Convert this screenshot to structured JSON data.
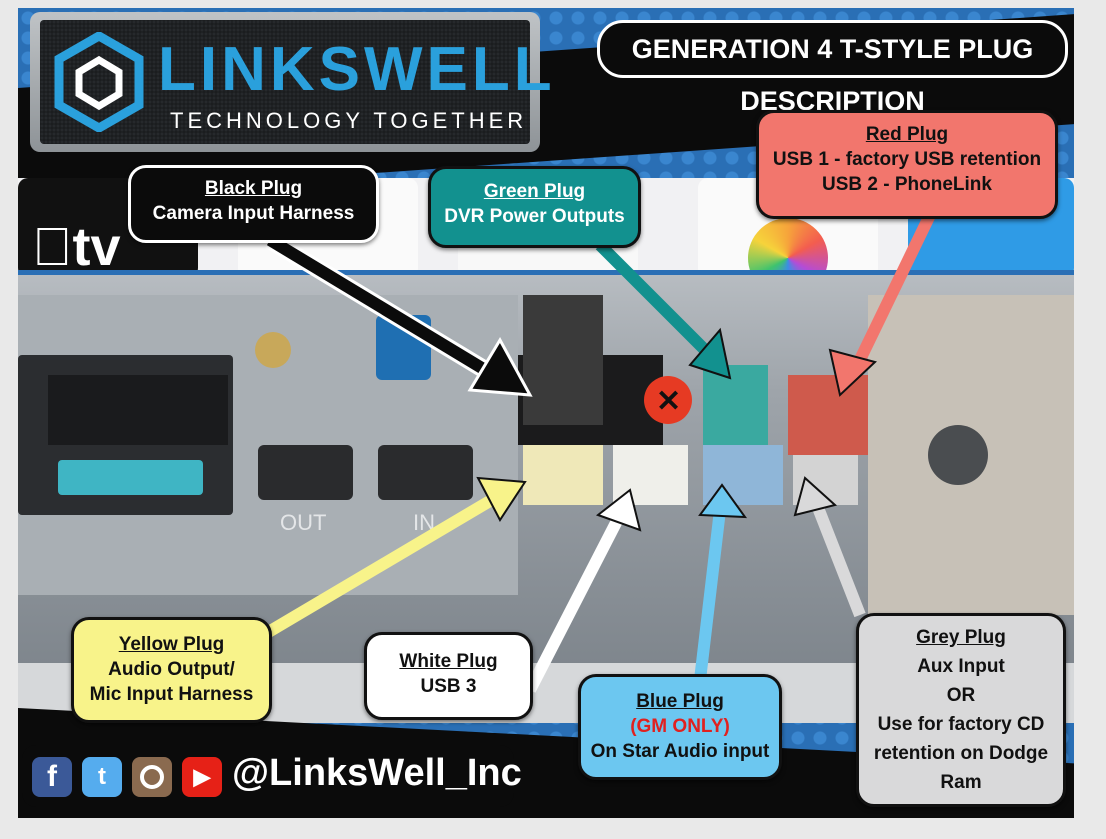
{
  "header": {
    "logo_text": "LINKSWELL",
    "logo_tagline": "TECHNOLOGY TOGETHER",
    "title": "GENERATION 4 T-STYLE PLUG DESCRIPTION"
  },
  "photo_labels": {
    "out": "OUT",
    "in": "IN"
  },
  "callouts": {
    "black": {
      "title": "Black Plug",
      "line1": "Camera Input Harness"
    },
    "green": {
      "title": "Green Plug",
      "line1": "DVR Power Outputs"
    },
    "red": {
      "title": "Red Plug",
      "line1": "USB 1 - factory USB retention",
      "line2": "USB 2 - PhoneLink"
    },
    "yellow": {
      "title": "Yellow Plug",
      "line1": "Audio Output/",
      "line2": "Mic Input Harness"
    },
    "white": {
      "title": "White Plug",
      "line1": "USB 3"
    },
    "blue": {
      "title": "Blue Plug",
      "note": "(GM ONLY)",
      "line1": "On Star Audio input"
    },
    "grey": {
      "title": "Grey Plug",
      "line1": "Aux Input",
      "line2": "OR",
      "line3": "Use for factory CD",
      "line4": "retention on Dodge",
      "line5": "Ram"
    }
  },
  "social": {
    "handle": "@LinksWell_Inc",
    "icons": [
      "facebook-icon",
      "twitter-icon",
      "instagram-icon",
      "youtube-icon"
    ]
  },
  "colors": {
    "black_box": "#0b0b0b",
    "green_box": "#12918f",
    "red_box": "#f2766d",
    "yellow_box": "#f8f38a",
    "white_box": "#ffffff",
    "blue_box": "#6cc7f0",
    "grey_box": "#d9d9da",
    "gm_only": "#e0211f"
  }
}
